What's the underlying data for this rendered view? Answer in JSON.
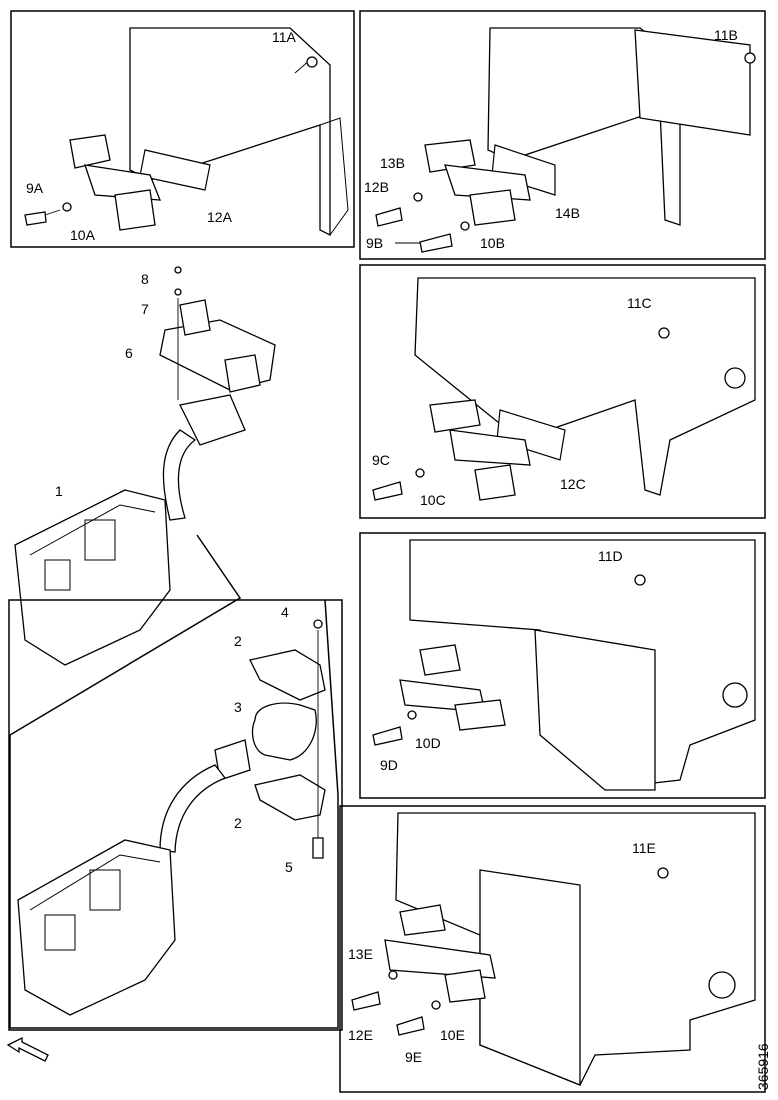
{
  "labels": {
    "l11A": "11A",
    "l9A": "9A",
    "l10A": "10A",
    "l12A": "12A",
    "l11B": "11B",
    "l13B": "13B",
    "l12B": "12B",
    "l14B": "14B",
    "l9B": "9B",
    "l10B": "10B",
    "l8": "8",
    "l7": "7",
    "l6": "6",
    "l1": "1",
    "l11C": "11C",
    "l9C": "9C",
    "l10C": "10C",
    "l12C": "12C",
    "l4": "4",
    "l2a": "2",
    "l3": "3",
    "l2b": "2",
    "l5": "5",
    "l11D": "11D",
    "l9D": "9D",
    "l10D": "10D",
    "l11E": "11E",
    "l13E": "13E",
    "l12E": "12E",
    "l9E": "9E",
    "l10E": "10E"
  },
  "drawing_ref": "365916"
}
